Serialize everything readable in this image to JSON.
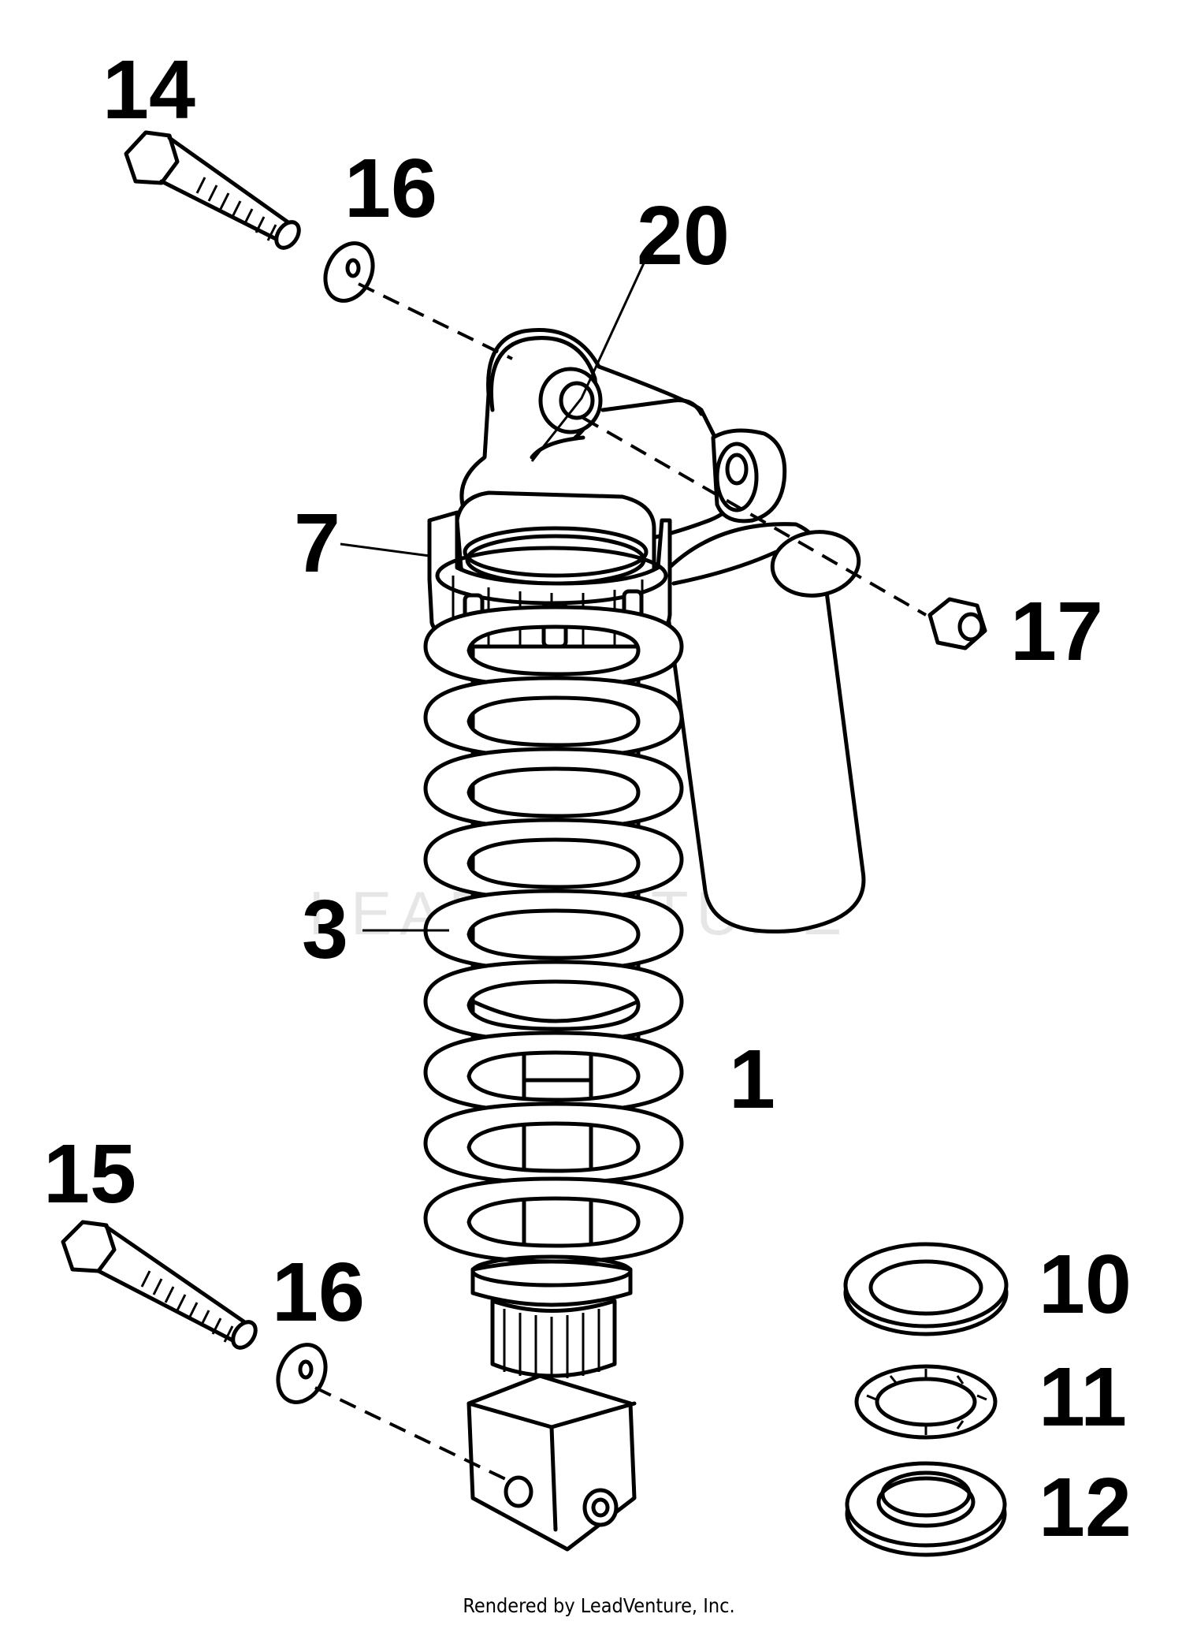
{
  "callouts": {
    "c14": "14",
    "c16_top": "16",
    "c20": "20",
    "c7": "7",
    "c17": "17",
    "c3": "3",
    "c1": "1",
    "c15": "15",
    "c16_bottom": "16",
    "c10": "10",
    "c11": "11",
    "c12": "12"
  },
  "watermark": "LEADVENTURE",
  "footer": "Rendered by LeadVenture, Inc."
}
